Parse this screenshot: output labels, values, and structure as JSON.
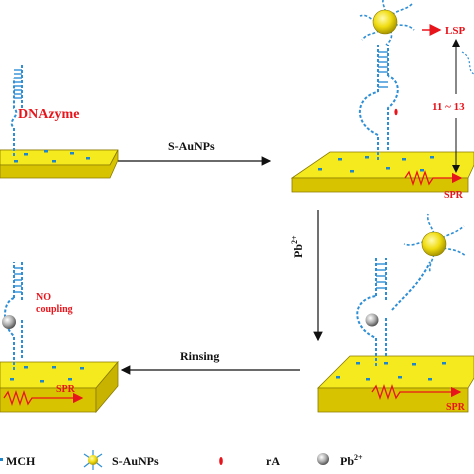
{
  "labels": {
    "dnazyme": "DNAzyme",
    "s_aunps_arrow": "S-AuNPs",
    "lsp": "LSP",
    "range": "11 ~ 13",
    "spr_top_right": "SPR",
    "pb_step": "Pb",
    "pb_step_sup": "2+",
    "no_coupling_line1": "NO",
    "no_coupling_line2": "coupling",
    "rinsing": "Rinsing",
    "spr_bottom_left": "SPR",
    "spr_bottom_right": "SPR"
  },
  "legend": [
    {
      "icon": "mch-icon",
      "label": "MCH"
    },
    {
      "icon": "s-aunp-icon",
      "label": "S-AuNPs"
    },
    {
      "icon": "ra-icon",
      "label": "rA"
    },
    {
      "icon": "pb-ion-icon",
      "label": "Pb",
      "sup": "2+"
    }
  ],
  "colors": {
    "chip_top": "#f5ea1e",
    "chip_side": "#d8c300",
    "dna_blue": "#2f8fd6",
    "mch_dot": "#1f86c9",
    "red": "#e8141b",
    "gold_np": "#e6d300",
    "pb_ion": "#9a9a9a"
  }
}
